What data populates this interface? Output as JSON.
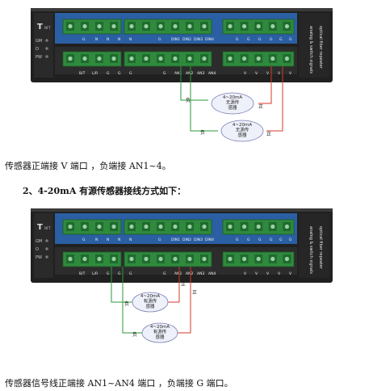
{
  "figure1": {
    "device_side_labels": [
      "T",
      "NFT"
    ],
    "led_labels": [
      "GM",
      "O",
      "PW"
    ],
    "top_terminal_labels": [
      "G",
      "N",
      "N",
      "N",
      "N",
      "G",
      "DIN1",
      "DIN2",
      "DIN3",
      "DIN4",
      "G",
      "G",
      "G",
      "G",
      "G",
      "G"
    ],
    "bottom_terminal_labels": [
      "B/T",
      "L/R",
      "G",
      "G",
      "G",
      "G",
      "AN1",
      "AN2",
      "AN3",
      "AN4",
      "V",
      "V",
      "V",
      "V",
      "V"
    ],
    "brand_text": [
      "analog & switch signals",
      "optical fiber repeater"
    ],
    "sensor1_text": [
      "4~20mA",
      "无源传",
      "感器"
    ],
    "sensor2_text": [
      "4~20mA",
      "无源传",
      "感器"
    ],
    "neg_label": "负",
    "pos_label": "正"
  },
  "paragraph1": "传感器正端接 V 端口 ，负端接 AN1~4。",
  "heading2": "2、4-20mA 有源传感器接线方式如下：",
  "figure2": {
    "device_side_labels": [
      "T",
      "NFT"
    ],
    "led_labels": [
      "GM",
      "O",
      "PW"
    ],
    "top_terminal_labels": [
      "G",
      "N",
      "N",
      "N",
      "N",
      "G",
      "DIN1",
      "DIN2",
      "DIN3",
      "DIN4",
      "G",
      "G",
      "G",
      "G",
      "G",
      "G"
    ],
    "bottom_terminal_labels": [
      "B/T",
      "L/R",
      "G",
      "G",
      "G",
      "G",
      "AN1",
      "AN2",
      "AN3",
      "AN4",
      "V",
      "V",
      "V",
      "V",
      "V"
    ],
    "brand_text": [
      "analog & switch signals",
      "optical fiber repeater"
    ],
    "sensor1_text": [
      "4~20mA",
      "有源传",
      "感器"
    ],
    "sensor2_text": [
      "4~20mA",
      "有源传",
      "感器"
    ],
    "neg_label": "负",
    "pos_label": "正"
  },
  "paragraph2": "传感器信号线正端接 AN1~AN4 端口 ，负端接 G 端口。",
  "colors": {
    "device_body": "#202020",
    "device_panel": "#2b5fa3",
    "terminal_green": "#2f8a3d",
    "wire_green": "#2a9a3a",
    "wire_red": "#d43a2a",
    "sensor_fill": "#eef0fa"
  }
}
